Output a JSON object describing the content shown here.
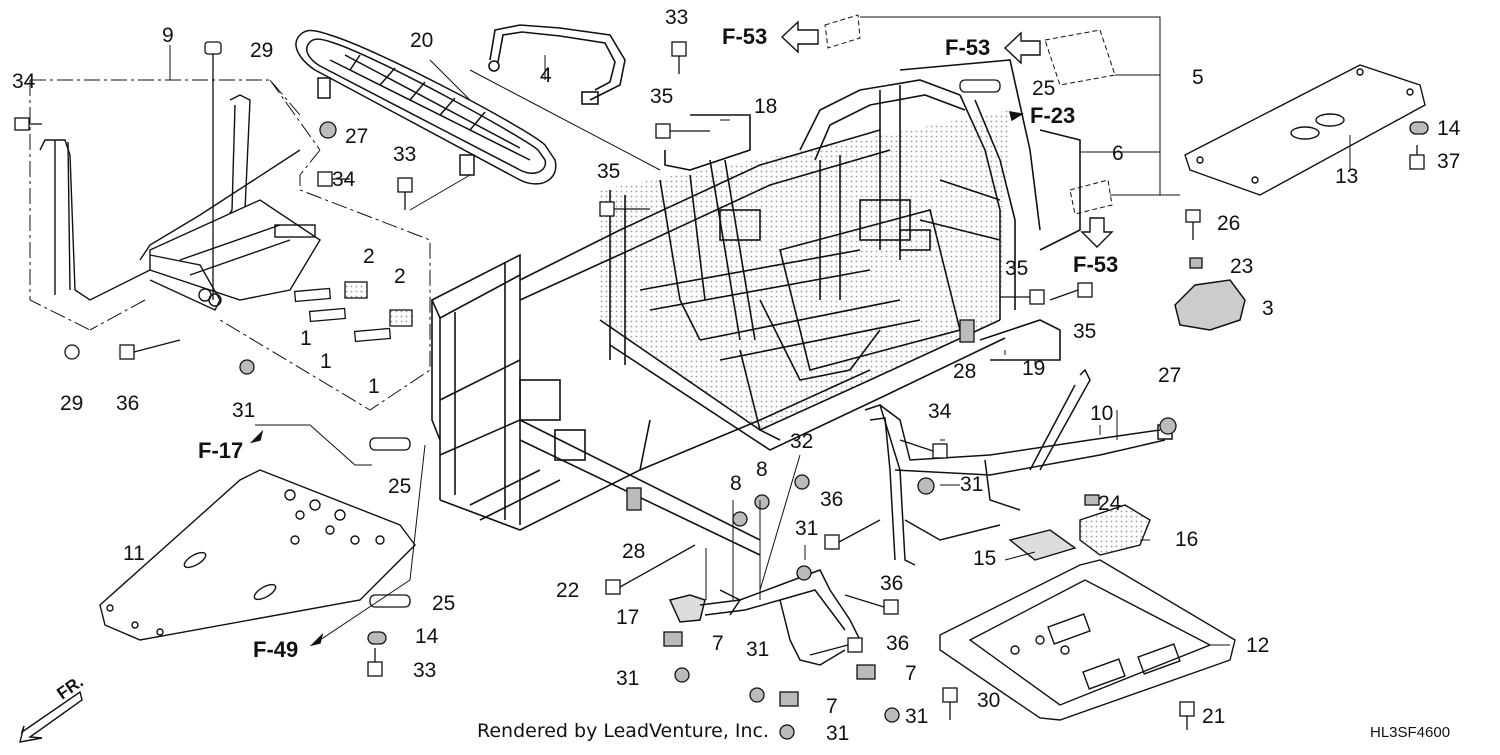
{
  "diagram": {
    "callouts": [
      {
        "id": "c9",
        "text": "9"
      },
      {
        "id": "c29a",
        "text": "29"
      },
      {
        "id": "c34a",
        "text": "34"
      },
      {
        "id": "c20",
        "text": "20"
      },
      {
        "id": "c4",
        "text": "4"
      },
      {
        "id": "c33a",
        "text": "33"
      },
      {
        "id": "c5",
        "text": "5"
      },
      {
        "id": "c25a",
        "text": "25"
      },
      {
        "id": "c35a",
        "text": "35"
      },
      {
        "id": "c18",
        "text": "18"
      },
      {
        "id": "c27a",
        "text": "27"
      },
      {
        "id": "c33b",
        "text": "33"
      },
      {
        "id": "c34b",
        "text": "34"
      },
      {
        "id": "c35b",
        "text": "35"
      },
      {
        "id": "c6",
        "text": "6"
      },
      {
        "id": "c13",
        "text": "13"
      },
      {
        "id": "c14a",
        "text": "14"
      },
      {
        "id": "c37",
        "text": "37"
      },
      {
        "id": "c26",
        "text": "26"
      },
      {
        "id": "c23",
        "text": "23"
      },
      {
        "id": "c2a",
        "text": "2"
      },
      {
        "id": "c2b",
        "text": "2"
      },
      {
        "id": "c1a",
        "text": "1"
      },
      {
        "id": "c1b",
        "text": "1"
      },
      {
        "id": "c1c",
        "text": "1"
      },
      {
        "id": "c35c",
        "text": "35"
      },
      {
        "id": "c35d",
        "text": "35"
      },
      {
        "id": "c3",
        "text": "3"
      },
      {
        "id": "c28a",
        "text": "28"
      },
      {
        "id": "c19",
        "text": "19"
      },
      {
        "id": "c29b",
        "text": "29"
      },
      {
        "id": "c36a",
        "text": "36"
      },
      {
        "id": "c31a",
        "text": "31"
      },
      {
        "id": "c27b",
        "text": "27"
      },
      {
        "id": "c10",
        "text": "10"
      },
      {
        "id": "c34c",
        "text": "34"
      },
      {
        "id": "c32",
        "text": "32"
      },
      {
        "id": "c25b",
        "text": "25"
      },
      {
        "id": "c8a",
        "text": "8"
      },
      {
        "id": "c8b",
        "text": "8"
      },
      {
        "id": "c31b",
        "text": "31"
      },
      {
        "id": "c36b",
        "text": "36"
      },
      {
        "id": "c24",
        "text": "24"
      },
      {
        "id": "c16",
        "text": "16"
      },
      {
        "id": "c15",
        "text": "15"
      },
      {
        "id": "c11",
        "text": "11"
      },
      {
        "id": "c28b",
        "text": "28"
      },
      {
        "id": "c31c",
        "text": "31"
      },
      {
        "id": "c22",
        "text": "22"
      },
      {
        "id": "c36c",
        "text": "36"
      },
      {
        "id": "c25c",
        "text": "25"
      },
      {
        "id": "c17",
        "text": "17"
      },
      {
        "id": "c12",
        "text": "12"
      },
      {
        "id": "c14b",
        "text": "14"
      },
      {
        "id": "c7a",
        "text": "7"
      },
      {
        "id": "c36d",
        "text": "36"
      },
      {
        "id": "c31d",
        "text": "31"
      },
      {
        "id": "c7b",
        "text": "7"
      },
      {
        "id": "c31e",
        "text": "31"
      },
      {
        "id": "c33c",
        "text": "33"
      },
      {
        "id": "c30",
        "text": "30"
      },
      {
        "id": "c21",
        "text": "21"
      },
      {
        "id": "c7c",
        "text": "7"
      },
      {
        "id": "c31f",
        "text": "31"
      },
      {
        "id": "c31g",
        "text": "31"
      }
    ],
    "references": [
      {
        "id": "f53a",
        "text": "F-53"
      },
      {
        "id": "f53b",
        "text": "F-53"
      },
      {
        "id": "f23",
        "text": "F-23"
      },
      {
        "id": "f53c",
        "text": "F-53"
      },
      {
        "id": "f17",
        "text": "F-17"
      },
      {
        "id": "f49",
        "text": "F-49"
      }
    ],
    "front_label": "FR.",
    "credit": "Rendered by LeadVenture, Inc.",
    "code": "HL3SF4600"
  }
}
